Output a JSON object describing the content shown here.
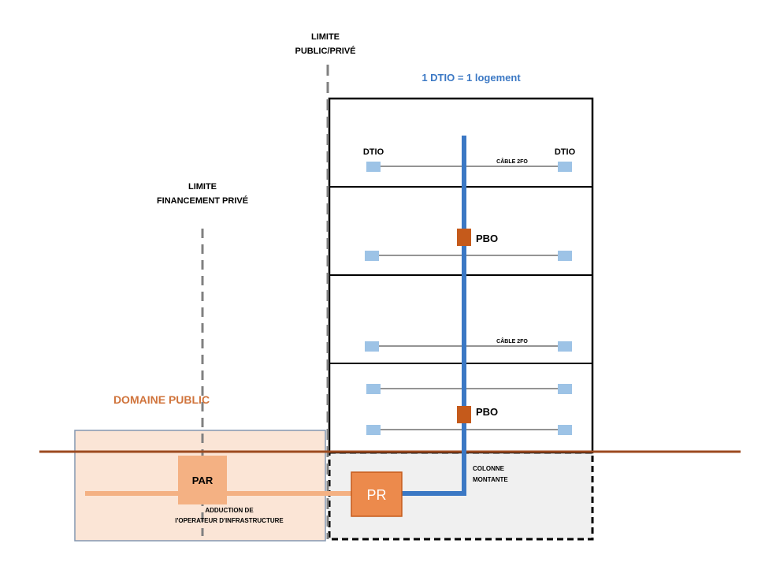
{
  "labels": {
    "limite_public_prive_l1": "LIMITE",
    "limite_public_prive_l2": "PUBLIC/PRIVÉ",
    "dtio_rule": "1 DTIO = 1 logement",
    "limite_financement_l1": "LIMITE",
    "limite_financement_l2": "FINANCEMENT PRIVÉ",
    "domaine_public": "DOMAINE PUBLIC",
    "dtio_left": "DTIO",
    "dtio_right": "DTIO",
    "cable_2fo_top": "CÂBLE 2FO",
    "cable_2fo_mid": "CÂBLE 2FO",
    "pbo_upper": "PBO",
    "pbo_lower": "PBO",
    "par": "PAR",
    "pr": "PR",
    "colonne_l1": "COLONNE",
    "colonne_l2": "MONTANTE",
    "adduction_l1": "ADDUCTION DE",
    "adduction_l2": "l'OPERATEUR D'INFRASTRUCTURE"
  },
  "colors": {
    "orange_text": "#d0743c",
    "blue_text": "#3b78c4",
    "riser_blue": "#3b78c4",
    "ground_brown": "#9c4a1f",
    "pbo_orange": "#c55a1b",
    "pr_orange": "#ec8a4c",
    "par_peach": "#f4b183",
    "public_domain_fill": "#fbe5d6",
    "basement_fill": "#f0f0f0",
    "dtio_blue": "#9dc3e6",
    "adduction_cable": "#f4b183"
  }
}
